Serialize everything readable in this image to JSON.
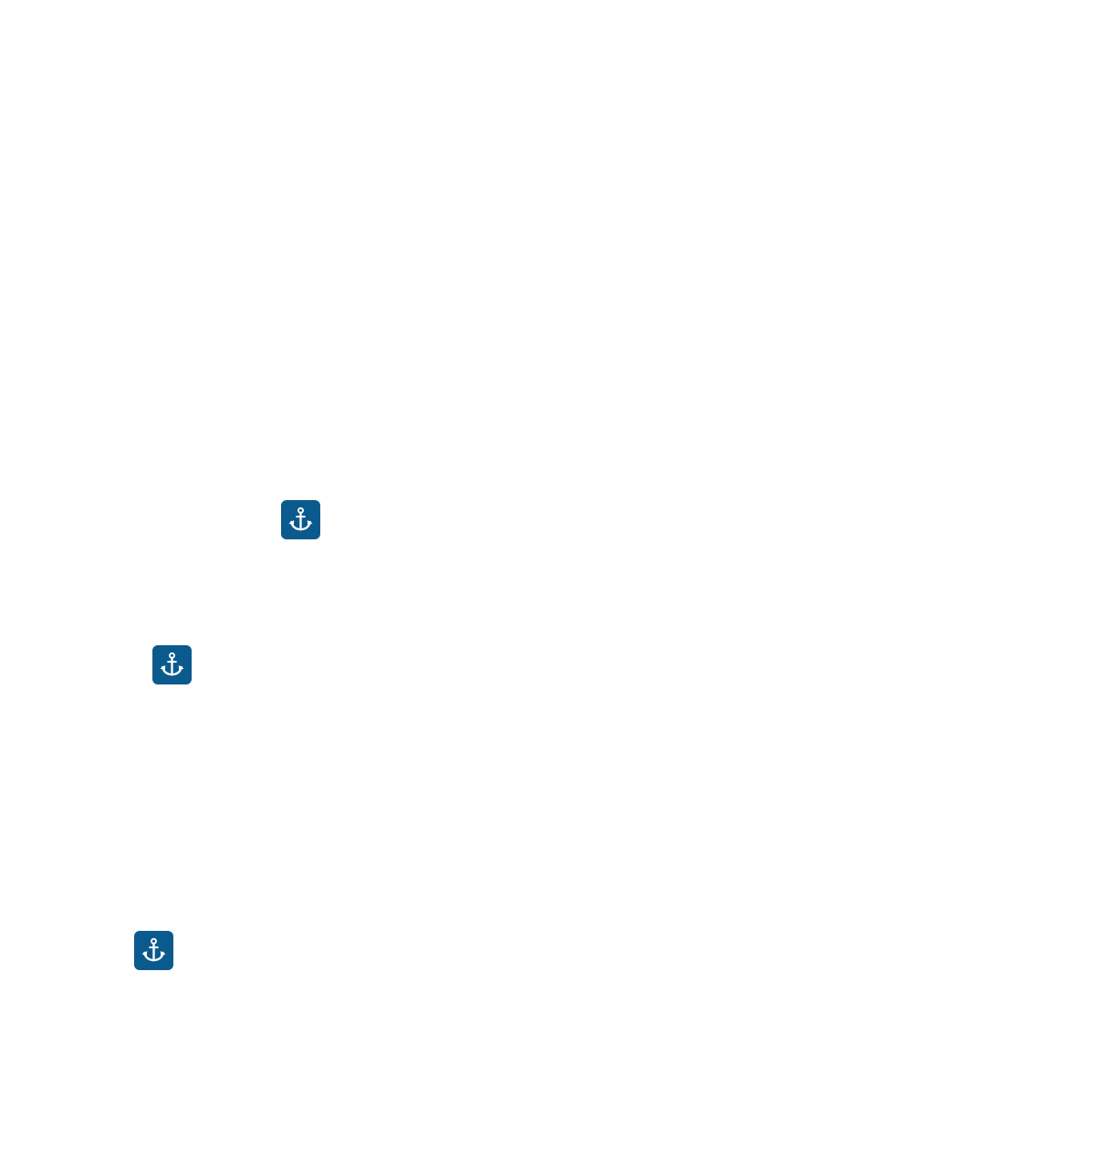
{
  "map": {
    "background_color": "#ffffff",
    "markers": [
      {
        "icon": "anchor-icon",
        "type": "harbour",
        "color": "#0b5a8e",
        "glyph_color": "#ffffff"
      },
      {
        "icon": "anchor-icon",
        "type": "harbour",
        "color": "#0b5a8e",
        "glyph_color": "#ffffff"
      },
      {
        "icon": "anchor-icon",
        "type": "harbour",
        "color": "#0b5a8e",
        "glyph_color": "#ffffff"
      }
    ]
  }
}
